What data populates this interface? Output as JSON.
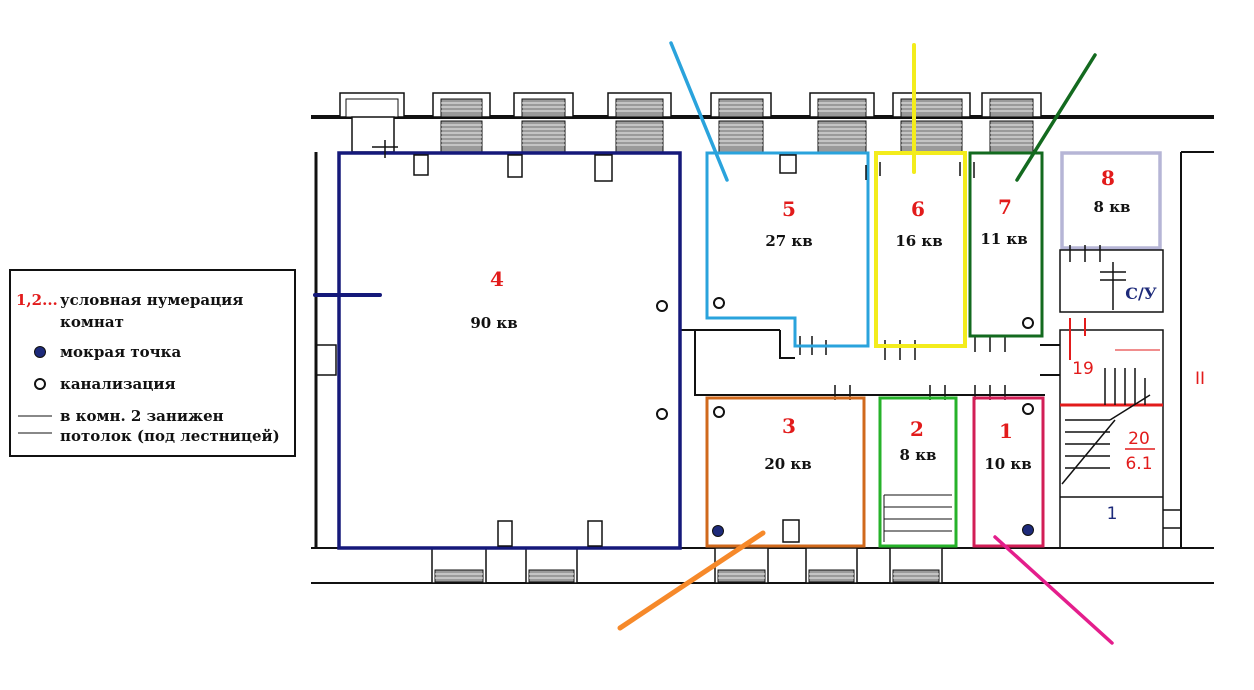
{
  "colors": {
    "wall": "#111111",
    "room_number": "#e21b1b",
    "room_4": "#15197a",
    "room_5": "#2aa3dc",
    "room_6": "#f3ec1c",
    "room_7": "#136a1f",
    "room_8": "#b6b5d6",
    "room_3": "#d0691c",
    "room_2": "#26b22a",
    "room_1": "#d21e56",
    "pointer_orange": "#f6892a",
    "pointer_magenta": "#e41e8c",
    "wet_point": "#1d2a7a"
  },
  "rooms": {
    "r1": {
      "number": "1",
      "area": "10 кв"
    },
    "r2": {
      "number": "2",
      "area": "8 кв"
    },
    "r3": {
      "number": "3",
      "area": "20 кв"
    },
    "r4": {
      "number": "4",
      "area": "90 кв"
    },
    "r5": {
      "number": "5",
      "area": "27 кв"
    },
    "r6": {
      "number": "6",
      "area": "16 кв"
    },
    "r7": {
      "number": "7",
      "area": "11 кв"
    },
    "r8": {
      "number": "8",
      "area": "8 кв"
    }
  },
  "labels": {
    "wc": "С/У",
    "stair_19": "19",
    "stair_20": "20",
    "stair_61": "6.1",
    "stair_1": "1",
    "roman_2": "II"
  },
  "legend": {
    "numbering_prefix": "1,2...",
    "numbering_line1": "условная нумерация",
    "numbering_line2": "комнат",
    "wet_point": "мокрая точка",
    "sewer": "канализация",
    "ceiling_line1": "в комн. 2  занижен",
    "ceiling_line2": "потолок (под лестницей)"
  }
}
